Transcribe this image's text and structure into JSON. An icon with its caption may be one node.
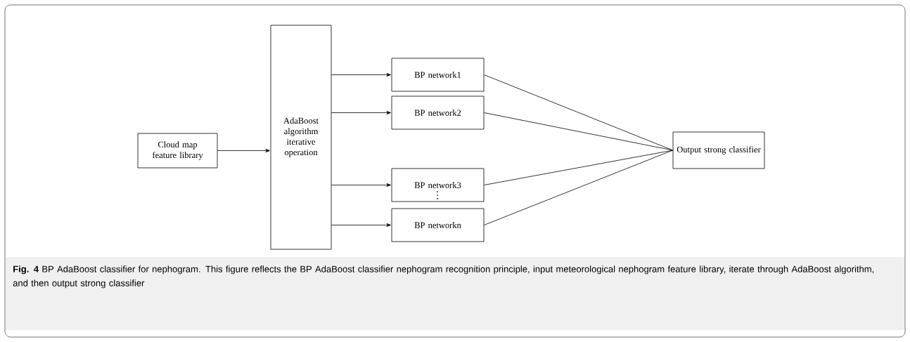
{
  "diagram": {
    "caption": "**Fig. 4** BP AdaBoost classifier for nephogram. This figure reflects the BP AdaBoost classifier nephogram recognition principle, input meteorological nephogram feature library, iterate through AdaBoost algorithm, and then output strong classifier",
    "nodes": [
      {
        "text": [
          "Cloud map feature library"
        ]
      },
      {
        "text": [
          "AdaBoost algorithm iterative operation"
        ]
      },
      {
        "text": [
          "BP network1"
        ]
      },
      {
        "text": [
          "BP network2"
        ]
      },
      {
        "text": [
          "BP network3"
        ]
      },
      {
        "text": [
          "BP networkn"
        ]
      },
      {
        "text": [
          "Output strong classifier"
        ]
      }
    ],
    "edges": [
      {
        "from": 0,
        "to": 1,
        "arrow": "to"
      },
      {
        "from": 1,
        "to": 2,
        "arrow": "to"
      },
      {
        "from": 1,
        "to": 3,
        "arrow": "to"
      },
      {
        "from": 1,
        "to": 4,
        "arrow": "to"
      },
      {
        "from": 1,
        "to": 5,
        "arrow": "to"
      },
      {
        "from": 2,
        "to": 6,
        "arrow": "none"
      },
      {
        "from": 3,
        "to": 6,
        "arrow": "none"
      },
      {
        "from": 4,
        "to": 6,
        "arrow": "none"
      },
      {
        "from": 5,
        "to": 6,
        "arrow": "none"
      }
    ],
    "labels": [
      "⋮"
    ]
  }
}
